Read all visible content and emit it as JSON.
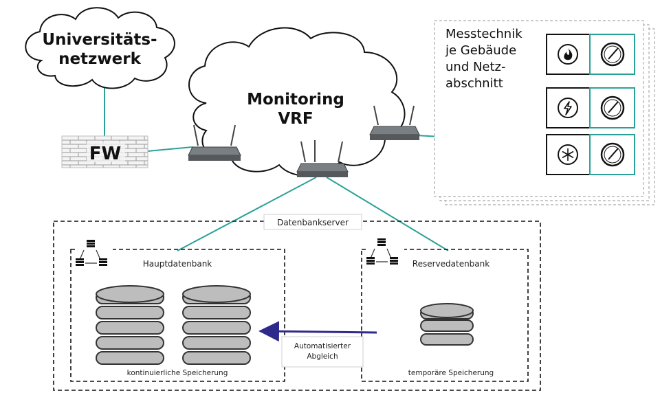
{
  "clouds": {
    "university": {
      "line1": "Universitäts-",
      "line2": "netzwerk"
    },
    "monitoring": {
      "line1": "Monitoring",
      "line2": "VRF"
    }
  },
  "firewall": {
    "label": "FW"
  },
  "measurement": {
    "title_lines": [
      "Messtechnik",
      "je Gebäude",
      "und Netz-",
      "abschnitt"
    ],
    "sensors": [
      {
        "icon": "flame-icon"
      },
      {
        "icon": "lightning-icon"
      },
      {
        "icon": "snowflake-icon"
      }
    ],
    "meter_icon": "gauge-icon"
  },
  "database": {
    "server_label": "Datenbankserver",
    "main": {
      "title": "Hauptdatenbank",
      "caption": "kontinuierliche Speicherung"
    },
    "backup": {
      "title": "Reservedatenbank",
      "caption": "temporäre Speicherung"
    },
    "sync": {
      "line1": "Automatisierter",
      "line2": "Abgleich"
    }
  },
  "colors": {
    "teal": "#2aa198",
    "arrow": "#2e2a8c",
    "router": "#6f7478"
  }
}
